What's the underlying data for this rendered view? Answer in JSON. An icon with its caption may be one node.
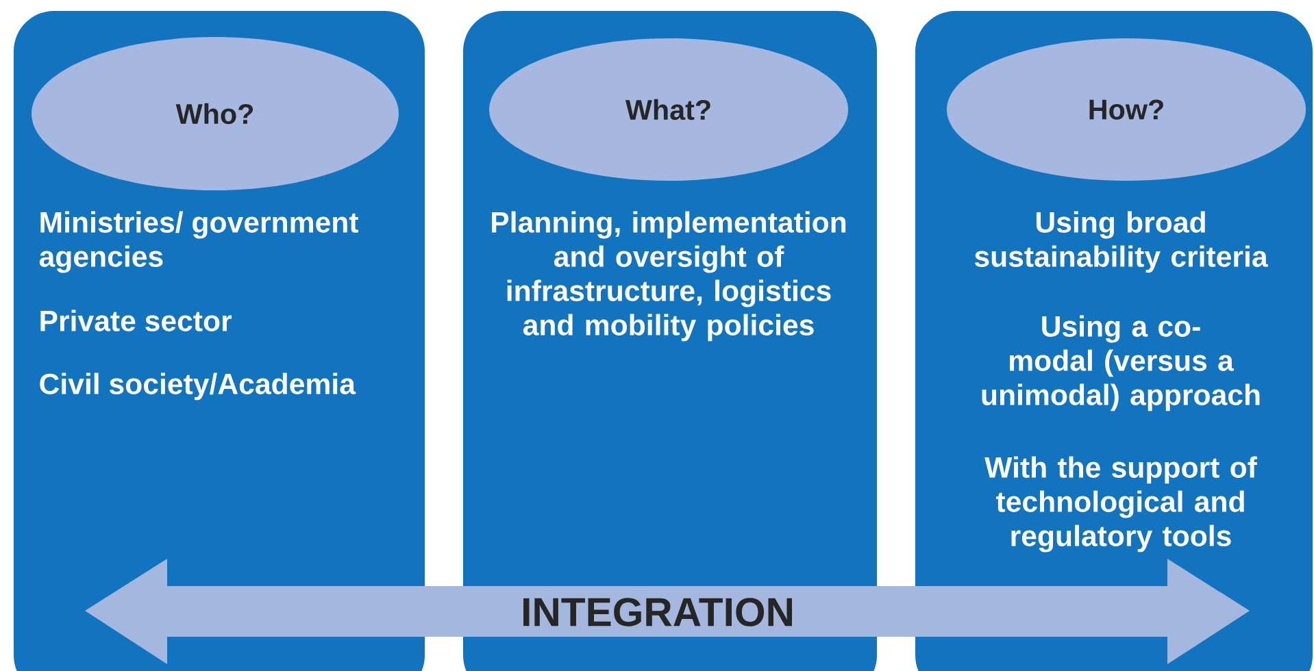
{
  "diagram": {
    "nodes": [
      {
        "text": [
          "Ministries/ government agencies",
          "Private sector",
          "Civil society/Academia"
        ]
      },
      {
        "text": [
          "Who?"
        ],
        "in": 0
      },
      {
        "text": [
          "Planning, implementation and oversight of infrastructure, logistics and mobility policies"
        ]
      },
      {
        "text": [
          "What?"
        ],
        "in": 2
      },
      {
        "text": [
          "Using broad sustainability criteria",
          "Using a co-modal (versus a unimodal) approach",
          "With the support of technological and regulatory tools"
        ]
      },
      {
        "text": [
          "How?"
        ],
        "in": 4
      },
      {
        "text": [
          "INTEGRATION"
        ]
      }
    ],
    "edges": []
  }
}
